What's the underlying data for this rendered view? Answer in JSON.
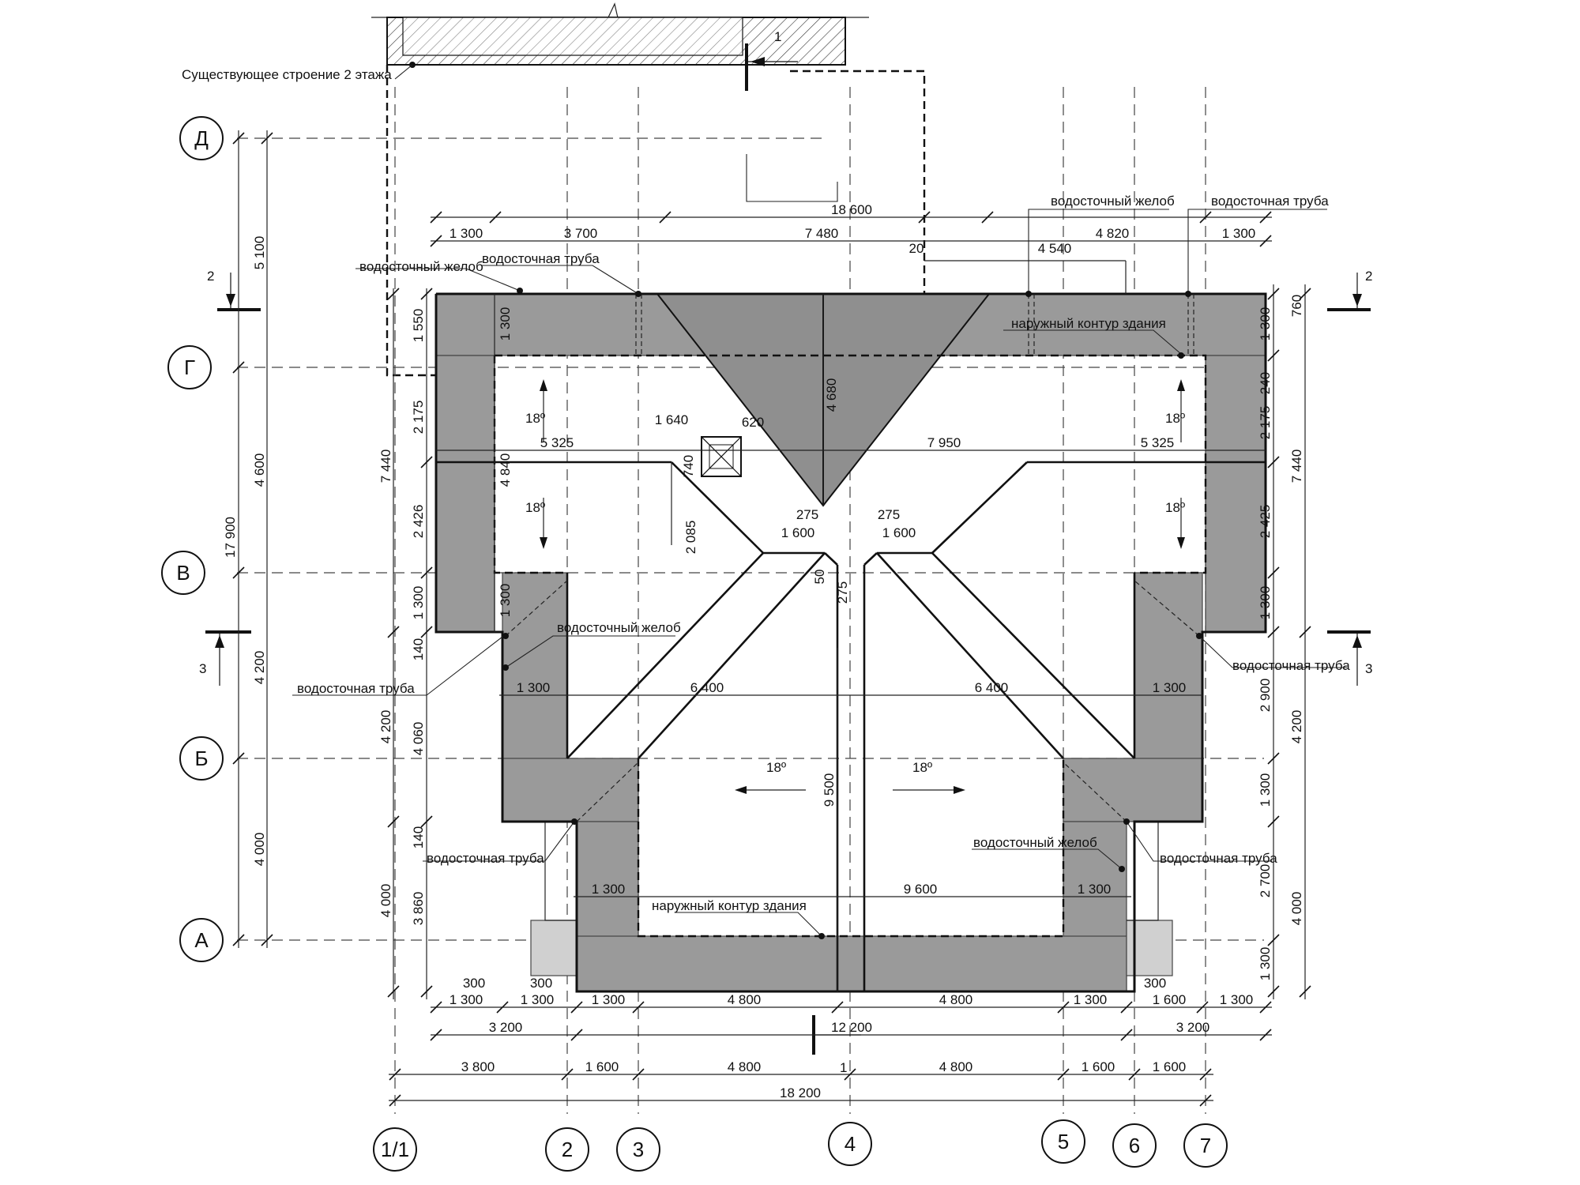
{
  "labels": {
    "existing_building": "Существующее строение 2 этажа",
    "gutter": "водосточный желоб",
    "downpipe": "водосточная труба",
    "outer_contour": "наружный контур здания",
    "slope": "18º"
  },
  "axes": {
    "rows": [
      "Д",
      "Г",
      "В",
      "Б",
      "А"
    ],
    "columns": [
      "1/1",
      "2",
      "3",
      "4",
      "5",
      "6",
      "7"
    ]
  },
  "section_marks": {
    "s1": "1",
    "s2": "2",
    "s3": "3"
  },
  "dims": {
    "top_overall": "18 600",
    "top_1300_l": "1 300",
    "top_3700": "3 700",
    "top_7480": "7 480",
    "top_20": "20",
    "top_4540": "4 540",
    "top_4820": "4 820",
    "top_1300_r": "1 300",
    "left_5100": "5 100",
    "left_17900": "17 900",
    "left_4600": "4 600",
    "left_4200": "4 200",
    "left_4000": "4 000",
    "left2_1550": "1 550",
    "left2_7440": "7 440",
    "left2_2175": "2 175",
    "left2_2426": "2 426",
    "left2_1300": "1 300",
    "left2_140": "140",
    "left2_4200": "4 200",
    "left2_4060": "4 060",
    "left2_140b": "140",
    "left2_4000": "4 000",
    "left2_3860": "3 860",
    "in_1300_top": "1 300",
    "in_4840": "4 840",
    "in_1300_l": "1 300",
    "in_1640": "1 640",
    "in_620": "620",
    "in_5325_l": "5 325",
    "in_7950": "7 950",
    "in_5325_r": "5 325",
    "in_740": "740",
    "in_2085": "2 085",
    "in_4680": "4 680",
    "in_275_a": "275",
    "in_275_b": "275",
    "in_1600_l": "1 600",
    "in_1600_r": "1 600",
    "in_50": "50",
    "in_275_c": "275",
    "in_1300_bl": "1 300",
    "in_6400_l": "6 400",
    "in_6400_r": "6 400",
    "in_1300_br": "1 300",
    "in_9500": "9 500",
    "in_1300_sl": "1 300",
    "in_9600": "9 600",
    "in_1300_sr": "1 300",
    "right_760": "760",
    "right_1300a": "1 300",
    "right_240": "240",
    "right_2175": "2 175",
    "right_7440": "7 440",
    "right_2425": "2 425",
    "right_1300b": "1 300",
    "right_2900": "2 900",
    "right_4200": "4 200",
    "right_1300c": "1 300",
    "right_2700": "2 700",
    "right_4000": "4 000",
    "right_1300d": "1 300",
    "b1_300_a": "300",
    "b1_300_b": "300",
    "b1_300_c": "300",
    "b1_1300_a": "1 300",
    "b1_1300_b": "1 300",
    "b1_1300_c": "1 300",
    "b1_4800_l": "4 800",
    "b1_4800_r": "4 800",
    "b1_1300_d": "1 300",
    "b1_1600": "1 600",
    "b1_1300_e": "1 300",
    "b2_3200_l": "3 200",
    "b2_12200": "12 200",
    "b2_3200_r": "3 200",
    "b3_3800": "3 800",
    "b3_1600_a": "1 600",
    "b3_4800_l": "4 800",
    "b3_4800_r": "4 800",
    "b3_1600_b": "1 600",
    "b3_1600_c": "1 600",
    "b4_18200": "18 200"
  }
}
